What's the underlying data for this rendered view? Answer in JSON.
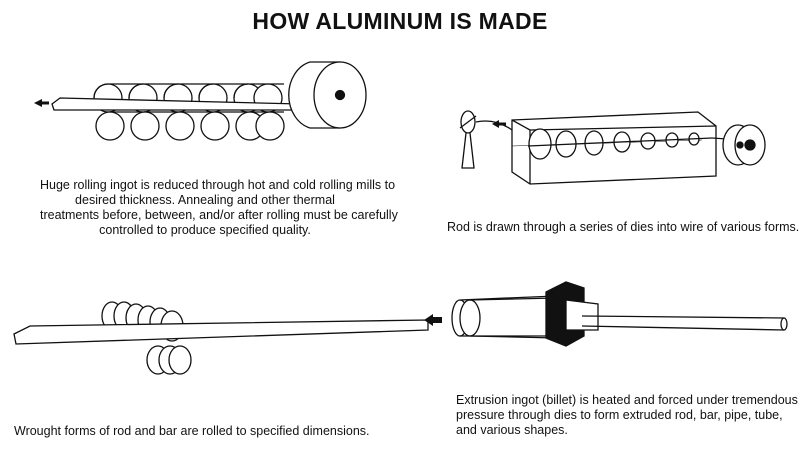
{
  "title": "HOW ALUMINUM IS MADE",
  "panels": [
    {
      "caption_lines": [
        "Huge rolling ingot is reduced through hot and cold rolling mills to",
        "desired thickness. Annealing and other thermal",
        "treatments before, between, and/or after rolling must be carefully",
        "controlled to produce specified quality."
      ]
    },
    {
      "caption_lines": [
        "Rod is drawn through a series of dies into wire of various forms."
      ]
    },
    {
      "caption_lines": [
        "Wrought forms of rod and bar are rolled to specified dimensions."
      ]
    },
    {
      "caption_lines": [
        "Extrusion ingot (billet) is heated and forced under tremendous",
        "pressure through dies to form extruded rod, bar, pipe, tube,",
        "and various shapes."
      ]
    }
  ]
}
